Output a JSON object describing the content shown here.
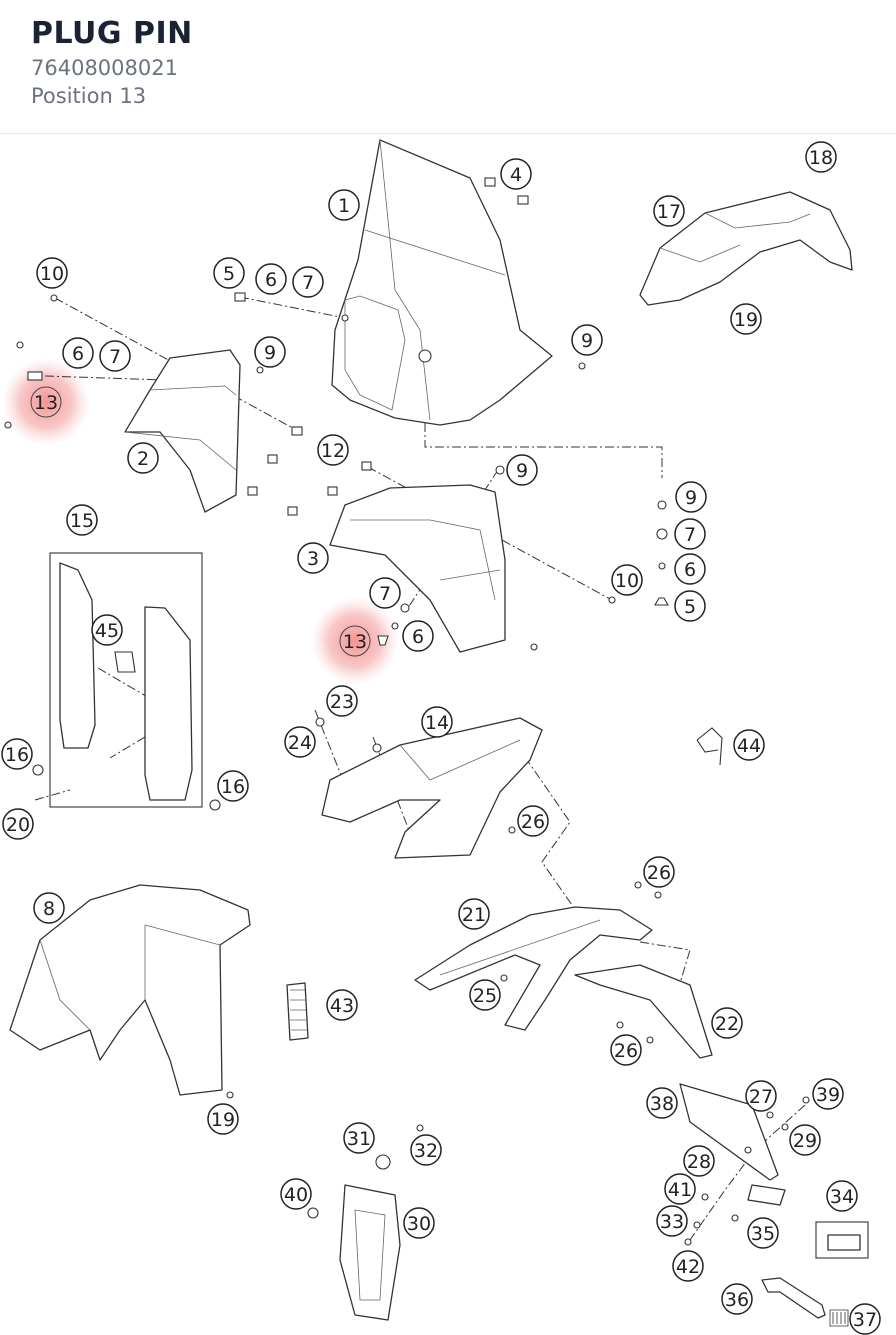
{
  "header": {
    "title": "PLUG PIN",
    "part_number": "76408008021",
    "position_label": "Position 13"
  },
  "colors": {
    "highlight": "#f28b8b",
    "title": "#1a2233",
    "subtitle": "#6b7280"
  },
  "callouts": [
    {
      "label": "1"
    },
    {
      "label": "4"
    },
    {
      "label": "18"
    },
    {
      "label": "17"
    },
    {
      "label": "10"
    },
    {
      "label": "5"
    },
    {
      "label": "6"
    },
    {
      "label": "7"
    },
    {
      "label": "9"
    },
    {
      "label": "6"
    },
    {
      "label": "7"
    },
    {
      "label": "9"
    },
    {
      "label": "13",
      "highlighted": true
    },
    {
      "label": "2"
    },
    {
      "label": "12"
    },
    {
      "label": "9"
    },
    {
      "label": "19"
    },
    {
      "label": "9"
    },
    {
      "label": "7"
    },
    {
      "label": "6"
    },
    {
      "label": "5"
    },
    {
      "label": "10"
    },
    {
      "label": "3"
    },
    {
      "label": "7"
    },
    {
      "label": "6"
    },
    {
      "label": "13",
      "highlighted": true
    },
    {
      "label": "15"
    },
    {
      "label": "45"
    },
    {
      "label": "16"
    },
    {
      "label": "16"
    },
    {
      "label": "20"
    },
    {
      "label": "23"
    },
    {
      "label": "24"
    },
    {
      "label": "14"
    },
    {
      "label": "44"
    },
    {
      "label": "26"
    },
    {
      "label": "26"
    },
    {
      "label": "8"
    },
    {
      "label": "21"
    },
    {
      "label": "43"
    },
    {
      "label": "25"
    },
    {
      "label": "22"
    },
    {
      "label": "26"
    },
    {
      "label": "19"
    },
    {
      "label": "38"
    },
    {
      "label": "27"
    },
    {
      "label": "39"
    },
    {
      "label": "29"
    },
    {
      "label": "31"
    },
    {
      "label": "32"
    },
    {
      "label": "28"
    },
    {
      "label": "41"
    },
    {
      "label": "34"
    },
    {
      "label": "40"
    },
    {
      "label": "30"
    },
    {
      "label": "33"
    },
    {
      "label": "35"
    },
    {
      "label": "42"
    },
    {
      "label": "36"
    },
    {
      "label": "37"
    }
  ]
}
